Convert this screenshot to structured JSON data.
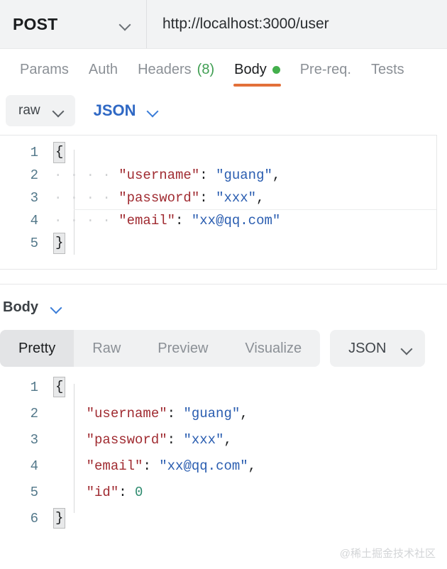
{
  "url_bar": {
    "method": "POST",
    "method_chevron_icon": "chevron-down-icon",
    "url": "http://localhost:3000/user"
  },
  "request_tabs": [
    {
      "label": "Params",
      "active": false
    },
    {
      "label": "Auth",
      "active": false
    },
    {
      "label": "Headers",
      "count": "(8)",
      "active": false
    },
    {
      "label": "Body",
      "active": true,
      "badge": "green-dot"
    },
    {
      "label": "Pre-req.",
      "active": false
    },
    {
      "label": "Tests",
      "active": false
    }
  ],
  "body_type": {
    "mode": "raw",
    "mode_chevron_icon": "chevron-down-icon",
    "format": "JSON",
    "format_chevron_icon": "chevron-down-icon"
  },
  "request_body": {
    "lines": [
      {
        "n": "1",
        "indent": 0,
        "content": "{",
        "type": "open-brace"
      },
      {
        "n": "2",
        "indent": 4,
        "key": "\"username\"",
        "sep": ": ",
        "value": "\"guang\"",
        "value_type": "string",
        "tail": ","
      },
      {
        "n": "3",
        "indent": 4,
        "key": "\"password\"",
        "sep": ": ",
        "value": "\"xxx\"",
        "value_type": "string",
        "tail": ","
      },
      {
        "n": "4",
        "indent": 4,
        "key": "\"email\"",
        "sep": ": ",
        "value": "\"xx@qq.com\"",
        "value_type": "string",
        "tail": ""
      },
      {
        "n": "5",
        "indent": 0,
        "content": "}",
        "type": "close-brace"
      }
    ]
  },
  "response": {
    "header_label": "Body",
    "header_chevron_icon": "chevron-down-icon",
    "tabs": [
      {
        "label": "Pretty",
        "active": true
      },
      {
        "label": "Raw",
        "active": false
      },
      {
        "label": "Preview",
        "active": false
      },
      {
        "label": "Visualize",
        "active": false
      }
    ],
    "format": "JSON",
    "format_chevron_icon": "chevron-down-icon",
    "body": {
      "lines": [
        {
          "n": "1",
          "indent": 0,
          "content": "{",
          "type": "open-brace"
        },
        {
          "n": "2",
          "indent": 4,
          "key": "\"username\"",
          "sep": ": ",
          "value": "\"guang\"",
          "value_type": "string",
          "tail": ","
        },
        {
          "n": "3",
          "indent": 4,
          "key": "\"password\"",
          "sep": ": ",
          "value": "\"xxx\"",
          "value_type": "string",
          "tail": ","
        },
        {
          "n": "4",
          "indent": 4,
          "key": "\"email\"",
          "sep": ": ",
          "value": "\"xx@qq.com\"",
          "value_type": "string",
          "tail": ","
        },
        {
          "n": "5",
          "indent": 4,
          "key": "\"id\"",
          "sep": ": ",
          "value": "0",
          "value_type": "number",
          "tail": ""
        },
        {
          "n": "6",
          "indent": 0,
          "content": "}",
          "type": "close-brace"
        }
      ]
    }
  },
  "watermark": "@稀土掘金技术社区",
  "colors": {
    "accent_active_tab": "#e2703a",
    "status_dot_green": "#43af4c",
    "header_count_green": "#3f9e52",
    "json_link_blue": "#2f68c4",
    "code_key": "#a02b31",
    "code_string": "#2a5db0",
    "code_number": "#2e8b6f",
    "line_number": "#53788a",
    "bar_background": "#f2f3f4"
  }
}
